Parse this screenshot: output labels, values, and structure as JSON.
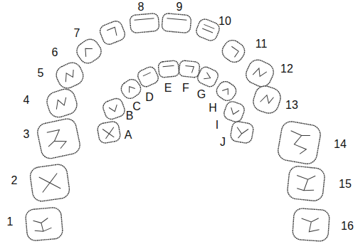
{
  "diagram": {
    "labels": [
      "1",
      "2",
      "3",
      "4",
      "5",
      "6",
      "7",
      "8",
      "9",
      "10",
      "11",
      "12",
      "13",
      "14",
      "15",
      "16",
      "A",
      "B",
      "C",
      "D",
      "E",
      "F",
      "G",
      "H",
      "I",
      "J"
    ]
  }
}
